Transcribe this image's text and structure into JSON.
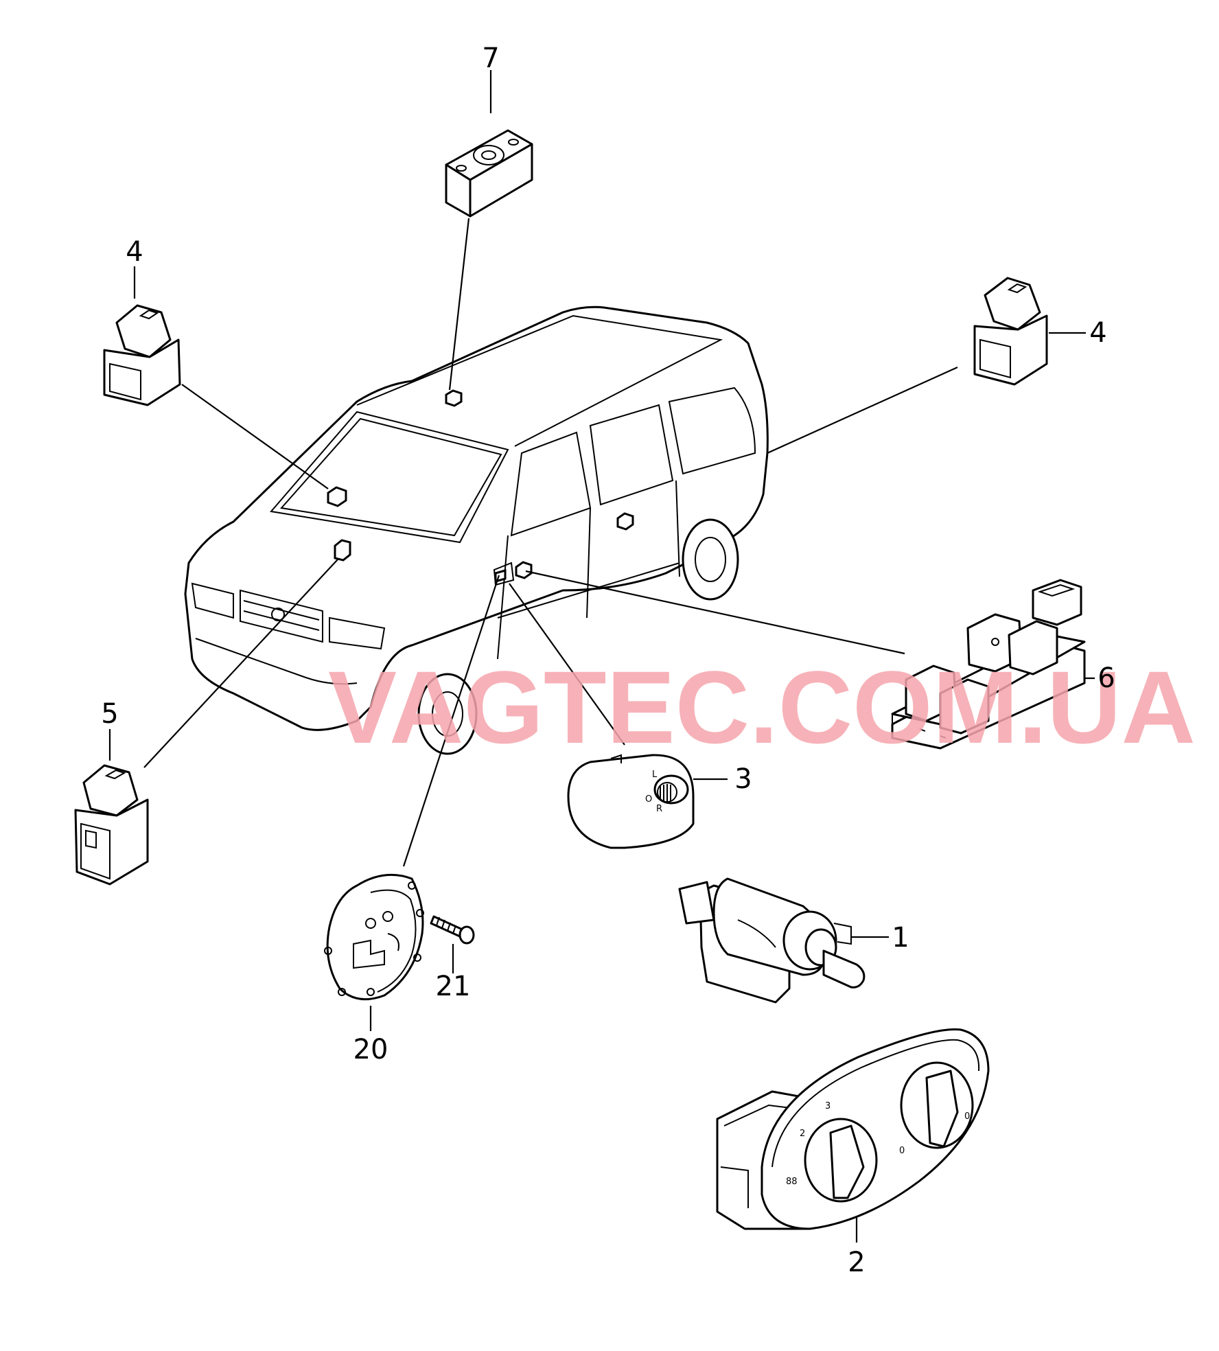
{
  "watermark": "VAGTEC.COM.UA",
  "callouts": {
    "c1": "1",
    "c2": "2",
    "c3": "3",
    "c4_left": "4",
    "c4_right": "4",
    "c5": "5",
    "c6": "6",
    "c7": "7",
    "c20": "20",
    "c21": "21"
  },
  "knob3_labels": {
    "l": "L",
    "o": "O",
    "r": "R"
  },
  "light_switch_labels": {
    "s88": "88",
    "s2": "2",
    "s3": "3",
    "s0a": "0",
    "s0b": "0"
  },
  "colors": {
    "watermark": "#f4a5ac",
    "line": "#000000",
    "background": "#ffffff"
  }
}
